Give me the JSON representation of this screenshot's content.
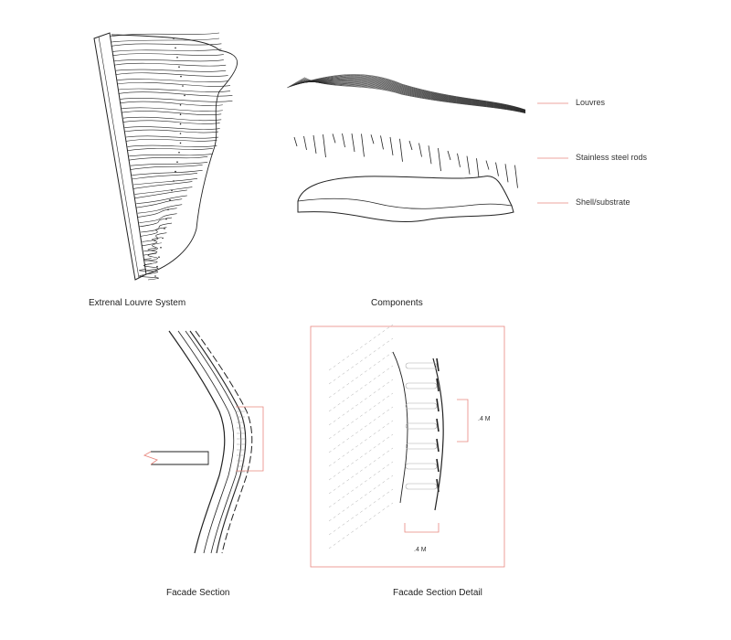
{
  "captions": {
    "external_louvre_system": "Extrenal Louvre System",
    "components": "Components",
    "facade_section": "Facade Section",
    "facade_section_detail": "Facade Section Detail"
  },
  "component_labels": {
    "louvres": "Louvres",
    "rods": "Stainless steel rods",
    "shell": "Shell/substrate"
  },
  "dimensions": {
    "vertical": ".4 M",
    "horizontal": ".4 M"
  },
  "colors": {
    "leader": "#e8877f",
    "detail_frame": "#e8877f",
    "line": "#222222"
  }
}
